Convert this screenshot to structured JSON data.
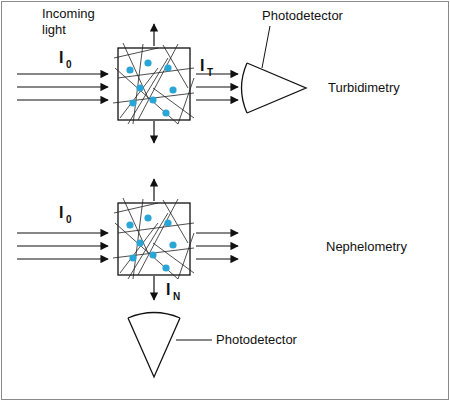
{
  "diagram": {
    "labels": [
      "Incoming light",
      "I",
      "0",
      "Photodetector",
      "I",
      "T",
      "Turbidimetry",
      "I",
      "0",
      "Nephelometry",
      "I",
      "N",
      "Photodetector"
    ]
  }
}
